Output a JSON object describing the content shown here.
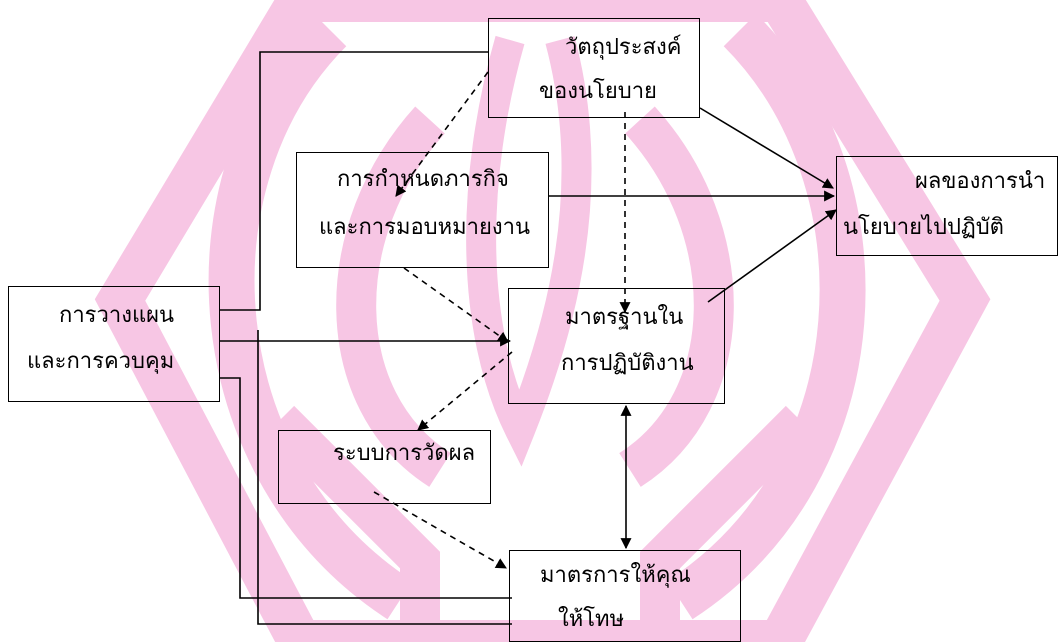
{
  "watermark": {
    "color": "#f7c6e4",
    "shape": "hexagon-flame-emblem"
  },
  "nodes": {
    "objectives": {
      "lines": [
        "วัตถุประสงค์",
        "ของนโยบาย"
      ]
    },
    "assignment": {
      "lines": [
        "การกำหนดภารกิจ",
        "และการมอบหมายงาน"
      ]
    },
    "outcome": {
      "lines": [
        "ผลของการนำ",
        "นโยบายไปปฏิบัติ"
      ]
    },
    "planning": {
      "lines": [
        "การวางแผน",
        "และการควบคุม"
      ]
    },
    "standards": {
      "lines": [
        "มาตรฐานใน",
        "การปฏิบัติงาน"
      ]
    },
    "measurement": {
      "lines": [
        "ระบบการวัดผล"
      ]
    },
    "incentives": {
      "lines": [
        "มาตรการให้คุณ",
        "ให้โทษ"
      ]
    }
  },
  "edges": [
    {
      "from": "objectives",
      "to": "outcome",
      "style": "solid"
    },
    {
      "from": "assignment",
      "to": "outcome",
      "style": "solid"
    },
    {
      "from": "standards",
      "to": "outcome",
      "style": "solid"
    },
    {
      "from": "objectives",
      "to": "assignment",
      "style": "dashed"
    },
    {
      "from": "objectives",
      "to": "standards",
      "style": "dashed"
    },
    {
      "from": "assignment",
      "to": "standards",
      "style": "dashed"
    },
    {
      "from": "standards",
      "to": "measurement",
      "style": "dashed"
    },
    {
      "from": "measurement",
      "to": "incentives",
      "style": "dashed"
    },
    {
      "from": "planning",
      "to": "standards",
      "style": "solid"
    },
    {
      "from": "standards",
      "to": "incentives",
      "style": "solid-bidirectional"
    },
    {
      "from": "planning",
      "to": "objectives",
      "style": "solid-connector"
    },
    {
      "from": "planning",
      "to": "incentives",
      "style": "solid-connector"
    }
  ]
}
